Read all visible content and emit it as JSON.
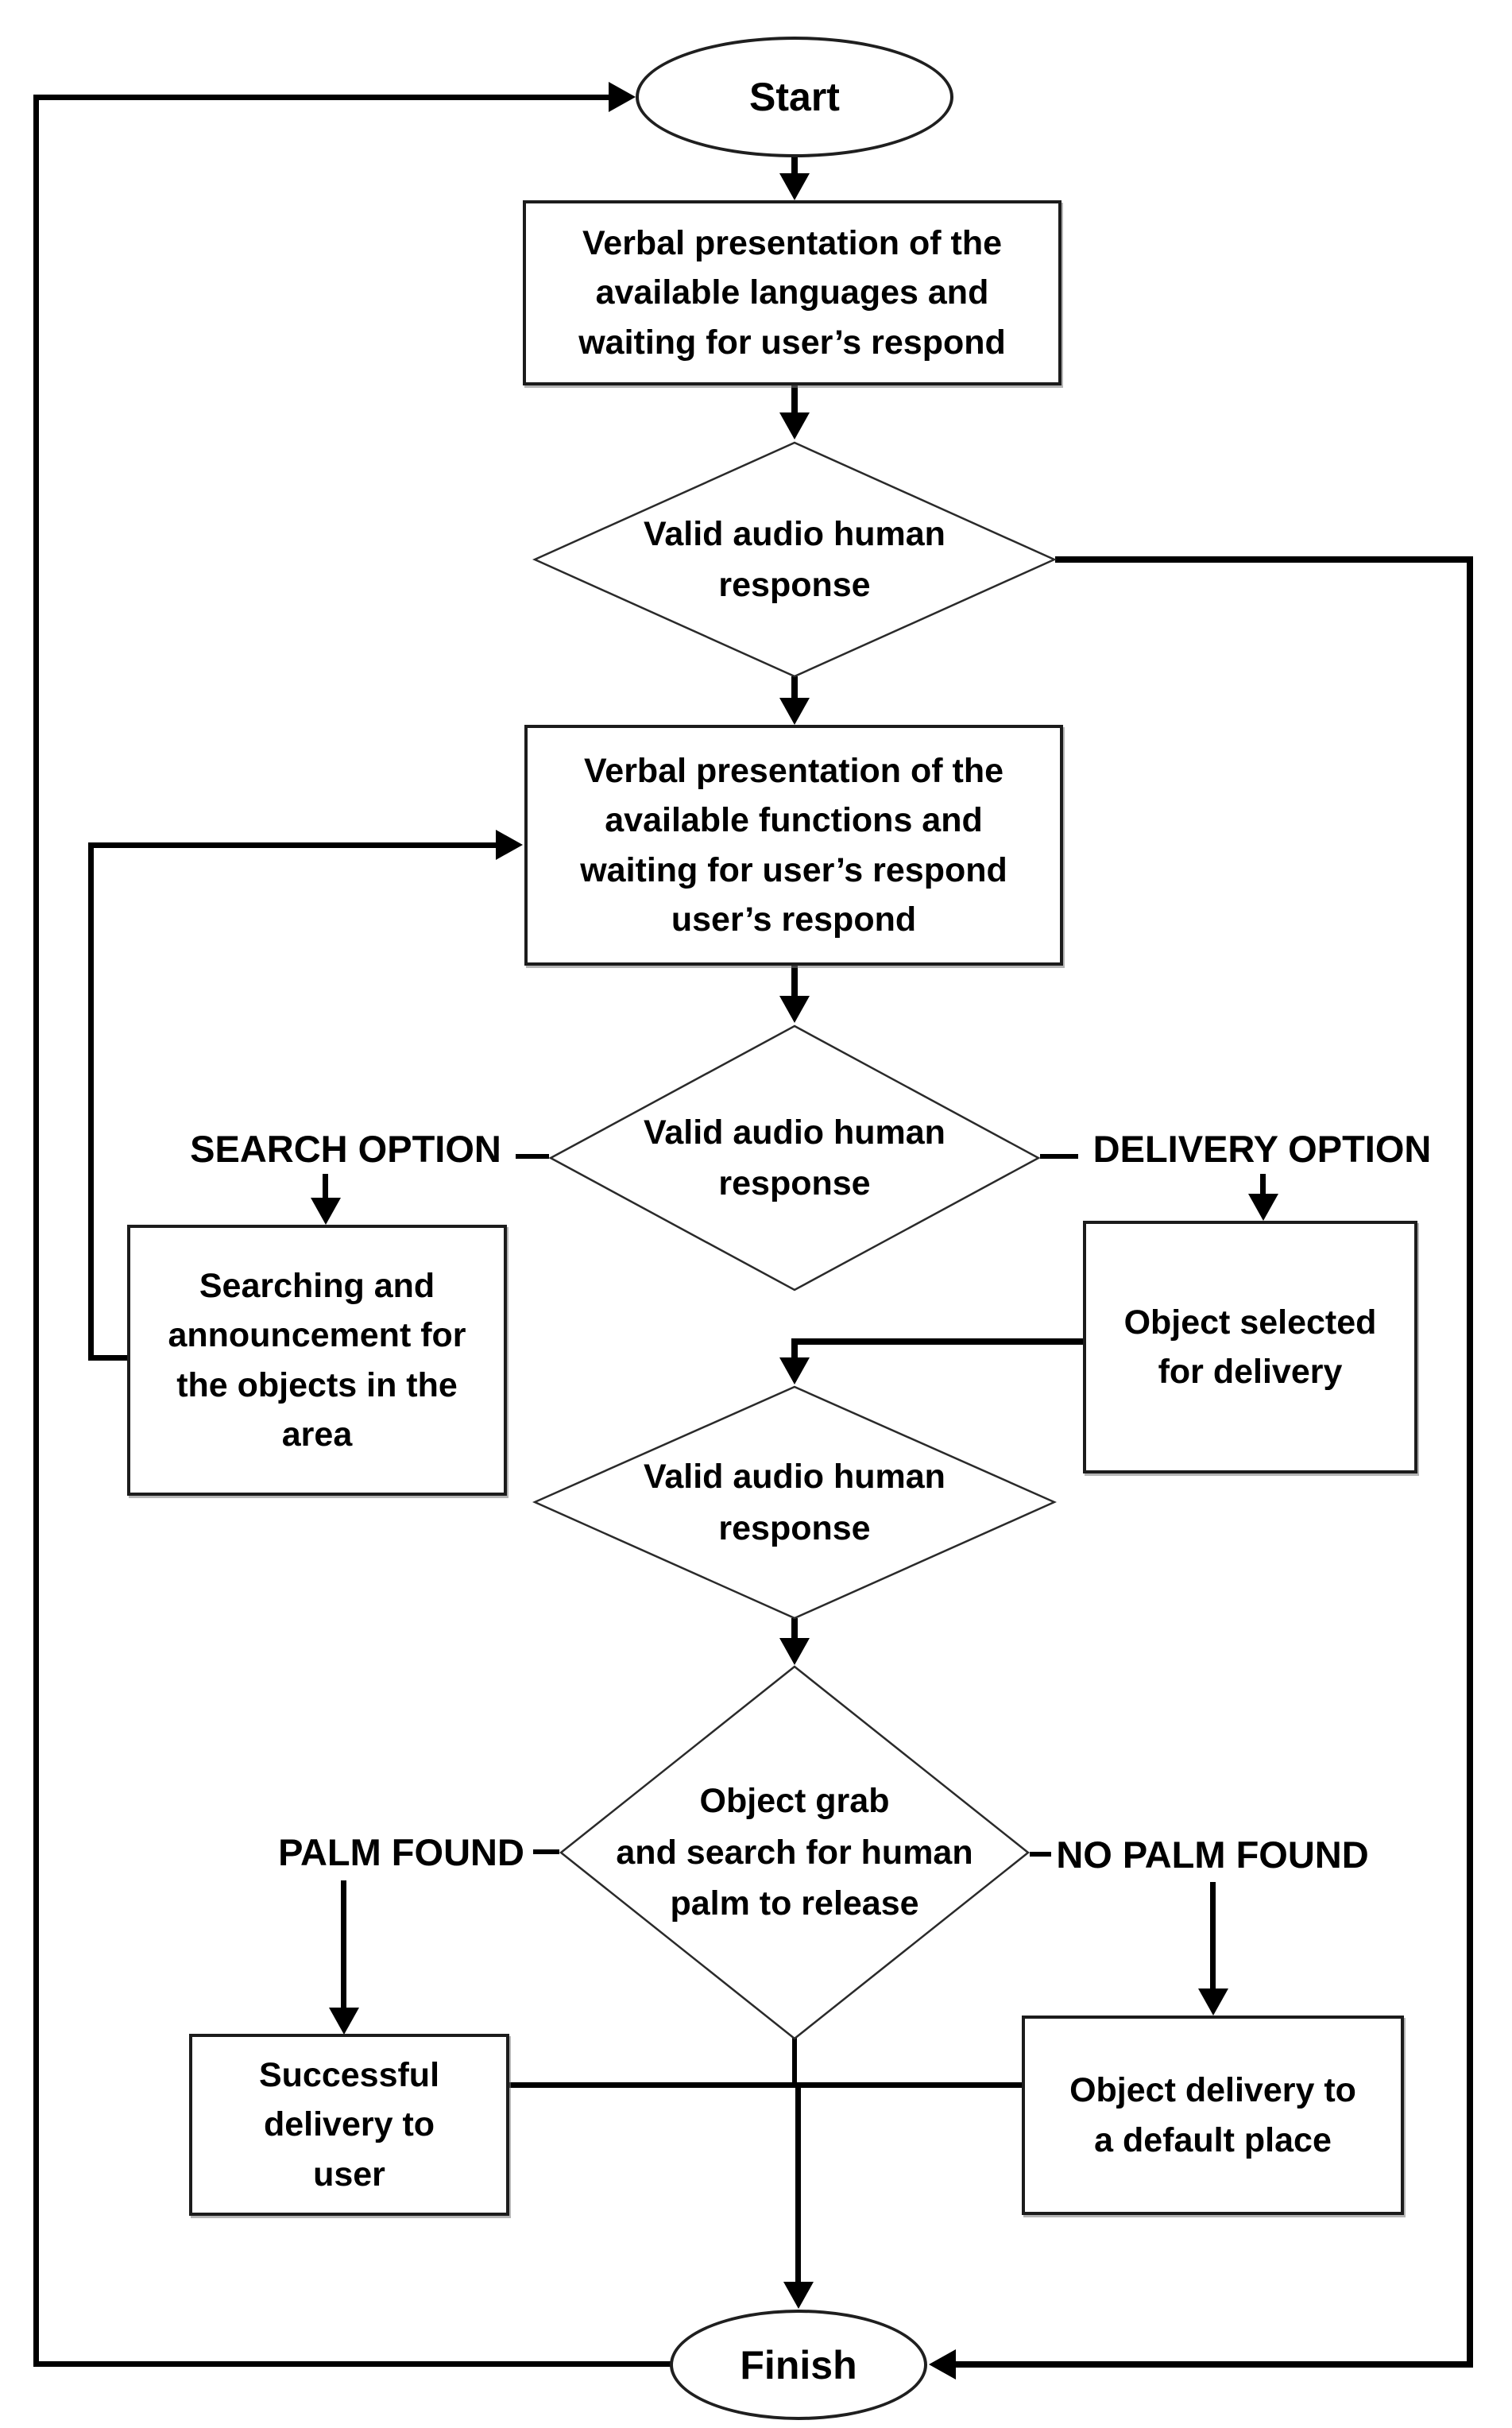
{
  "nodes": {
    "start": "Start",
    "languages": "Verbal presentation of the\navailable languages and\nwaiting for user’s respond",
    "valid_1": "Valid audio human\nresponse",
    "functions": "Verbal presentation of the\navailable functions and\nwaiting for user’s respond\nuser’s respond",
    "valid_2": "Valid audio human\nresponse",
    "searching": "Searching and\nannouncement for\nthe objects in the\narea",
    "object_selected": "Object selected\nfor delivery",
    "valid_3": "Valid audio human\nresponse",
    "object_grab": "Object grab\nand search for human\npalm to release",
    "successful": "Successful\ndelivery to\nuser",
    "default_place": "Object delivery to\na default place",
    "finish": "Finish"
  },
  "branch_labels": {
    "search": "SEARCH OPTION",
    "delivery": "DELIVERY OPTION",
    "palm_found": "PALM FOUND",
    "no_palm_found": "NO PALM FOUND"
  },
  "colors": {
    "line": "#000000",
    "shape_border": "#2a2a2a",
    "text": "#000000",
    "background": "#ffffff"
  }
}
